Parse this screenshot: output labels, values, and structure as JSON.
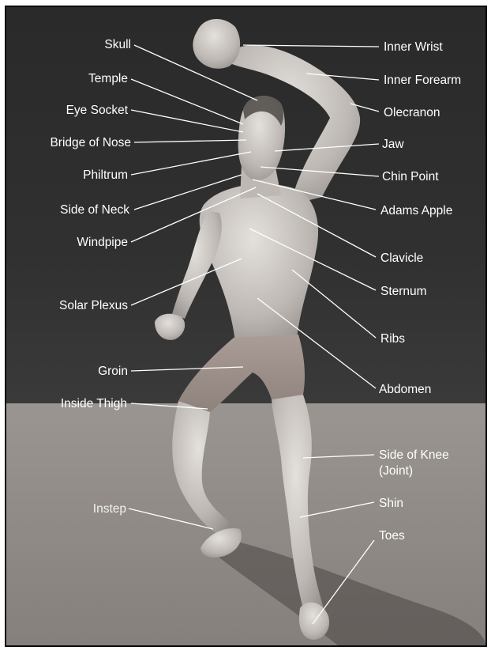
{
  "labels_left": [
    "Skull",
    "Temple",
    "Eye Socket",
    "Bridge of Nose",
    "Philtrum",
    "Side of Neck",
    "Windpipe",
    "Solar Plexus",
    "Groin",
    "Inside Thigh",
    "Instep"
  ],
  "labels_right": [
    "Inner Wrist",
    "Inner Forearm",
    "Olecranon",
    "Jaw",
    "Chin Point",
    "Adams Apple",
    "Clavicle",
    "Sternum",
    "Ribs",
    "Abdomen",
    "Side of Knee",
    "(Joint)",
    "Shin",
    "Toes"
  ],
  "colors": {
    "backdrop": "#262626",
    "floor": "#8f8a85",
    "figure": "#c9c4c0",
    "label": "#ffffff",
    "border": "#0c0c0c"
  }
}
